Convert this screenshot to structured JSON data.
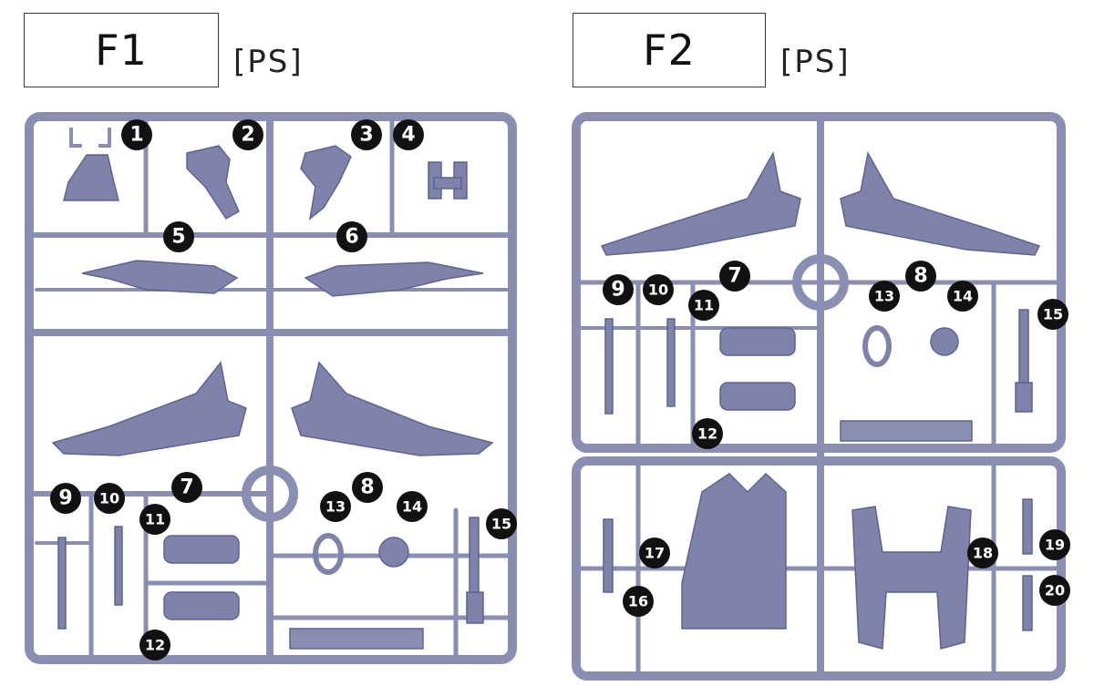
{
  "runners": [
    {
      "code": "F1",
      "material": "[PS]",
      "parts": [
        "1",
        "2",
        "3",
        "4",
        "5",
        "6",
        "7",
        "8",
        "9",
        "10",
        "11",
        "12",
        "13",
        "14",
        "15"
      ]
    },
    {
      "code": "F2",
      "material": "[PS]",
      "parts": [
        "7",
        "8",
        "9",
        "10",
        "11",
        "12",
        "13",
        "14",
        "15",
        "16",
        "17",
        "18",
        "19",
        "20"
      ]
    }
  ],
  "colors": {
    "sprue": "#8b8eb3",
    "sprue_light": "#a9acca",
    "part": "#7f83ab",
    "part_dark": "#5f6390",
    "badge": "#111111"
  }
}
